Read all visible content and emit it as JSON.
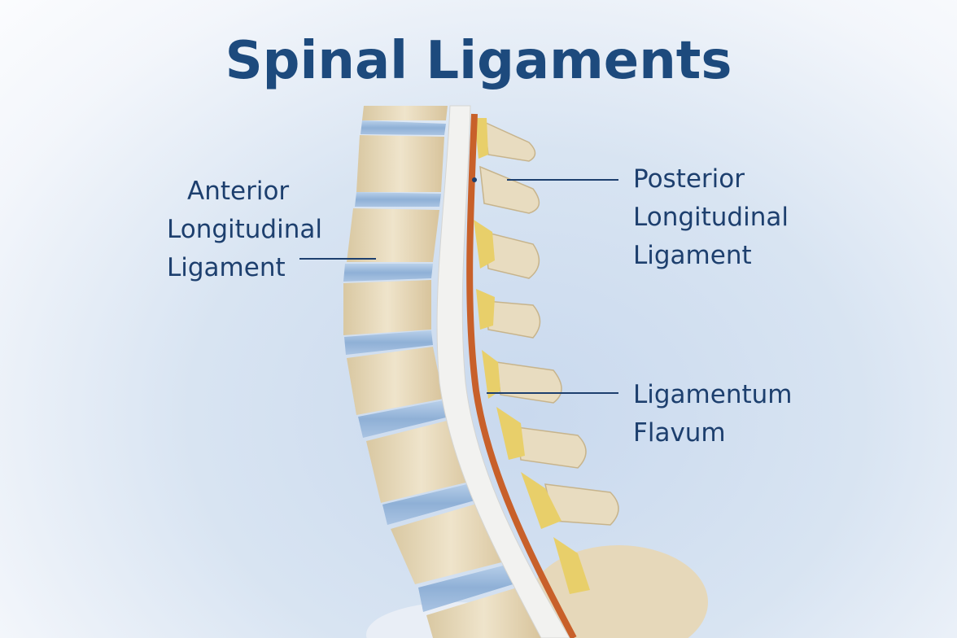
{
  "title": "Spinal Ligaments",
  "labels": {
    "anterior": [
      "Anterior",
      "Longitudinal",
      "Ligament"
    ],
    "posterior": [
      "Posterior",
      "Longitudinal",
      "Ligament"
    ],
    "flavum": [
      "Ligamentum",
      "Flavum"
    ]
  },
  "colors": {
    "title": "#1d4a7d",
    "bone": "#e9dcbf",
    "disc": "#9fbcdd",
    "ligament": "#f1f1ef",
    "cord": "#c8602a",
    "flavum": "#e8cf6a",
    "leader": "#1d3f6e"
  }
}
